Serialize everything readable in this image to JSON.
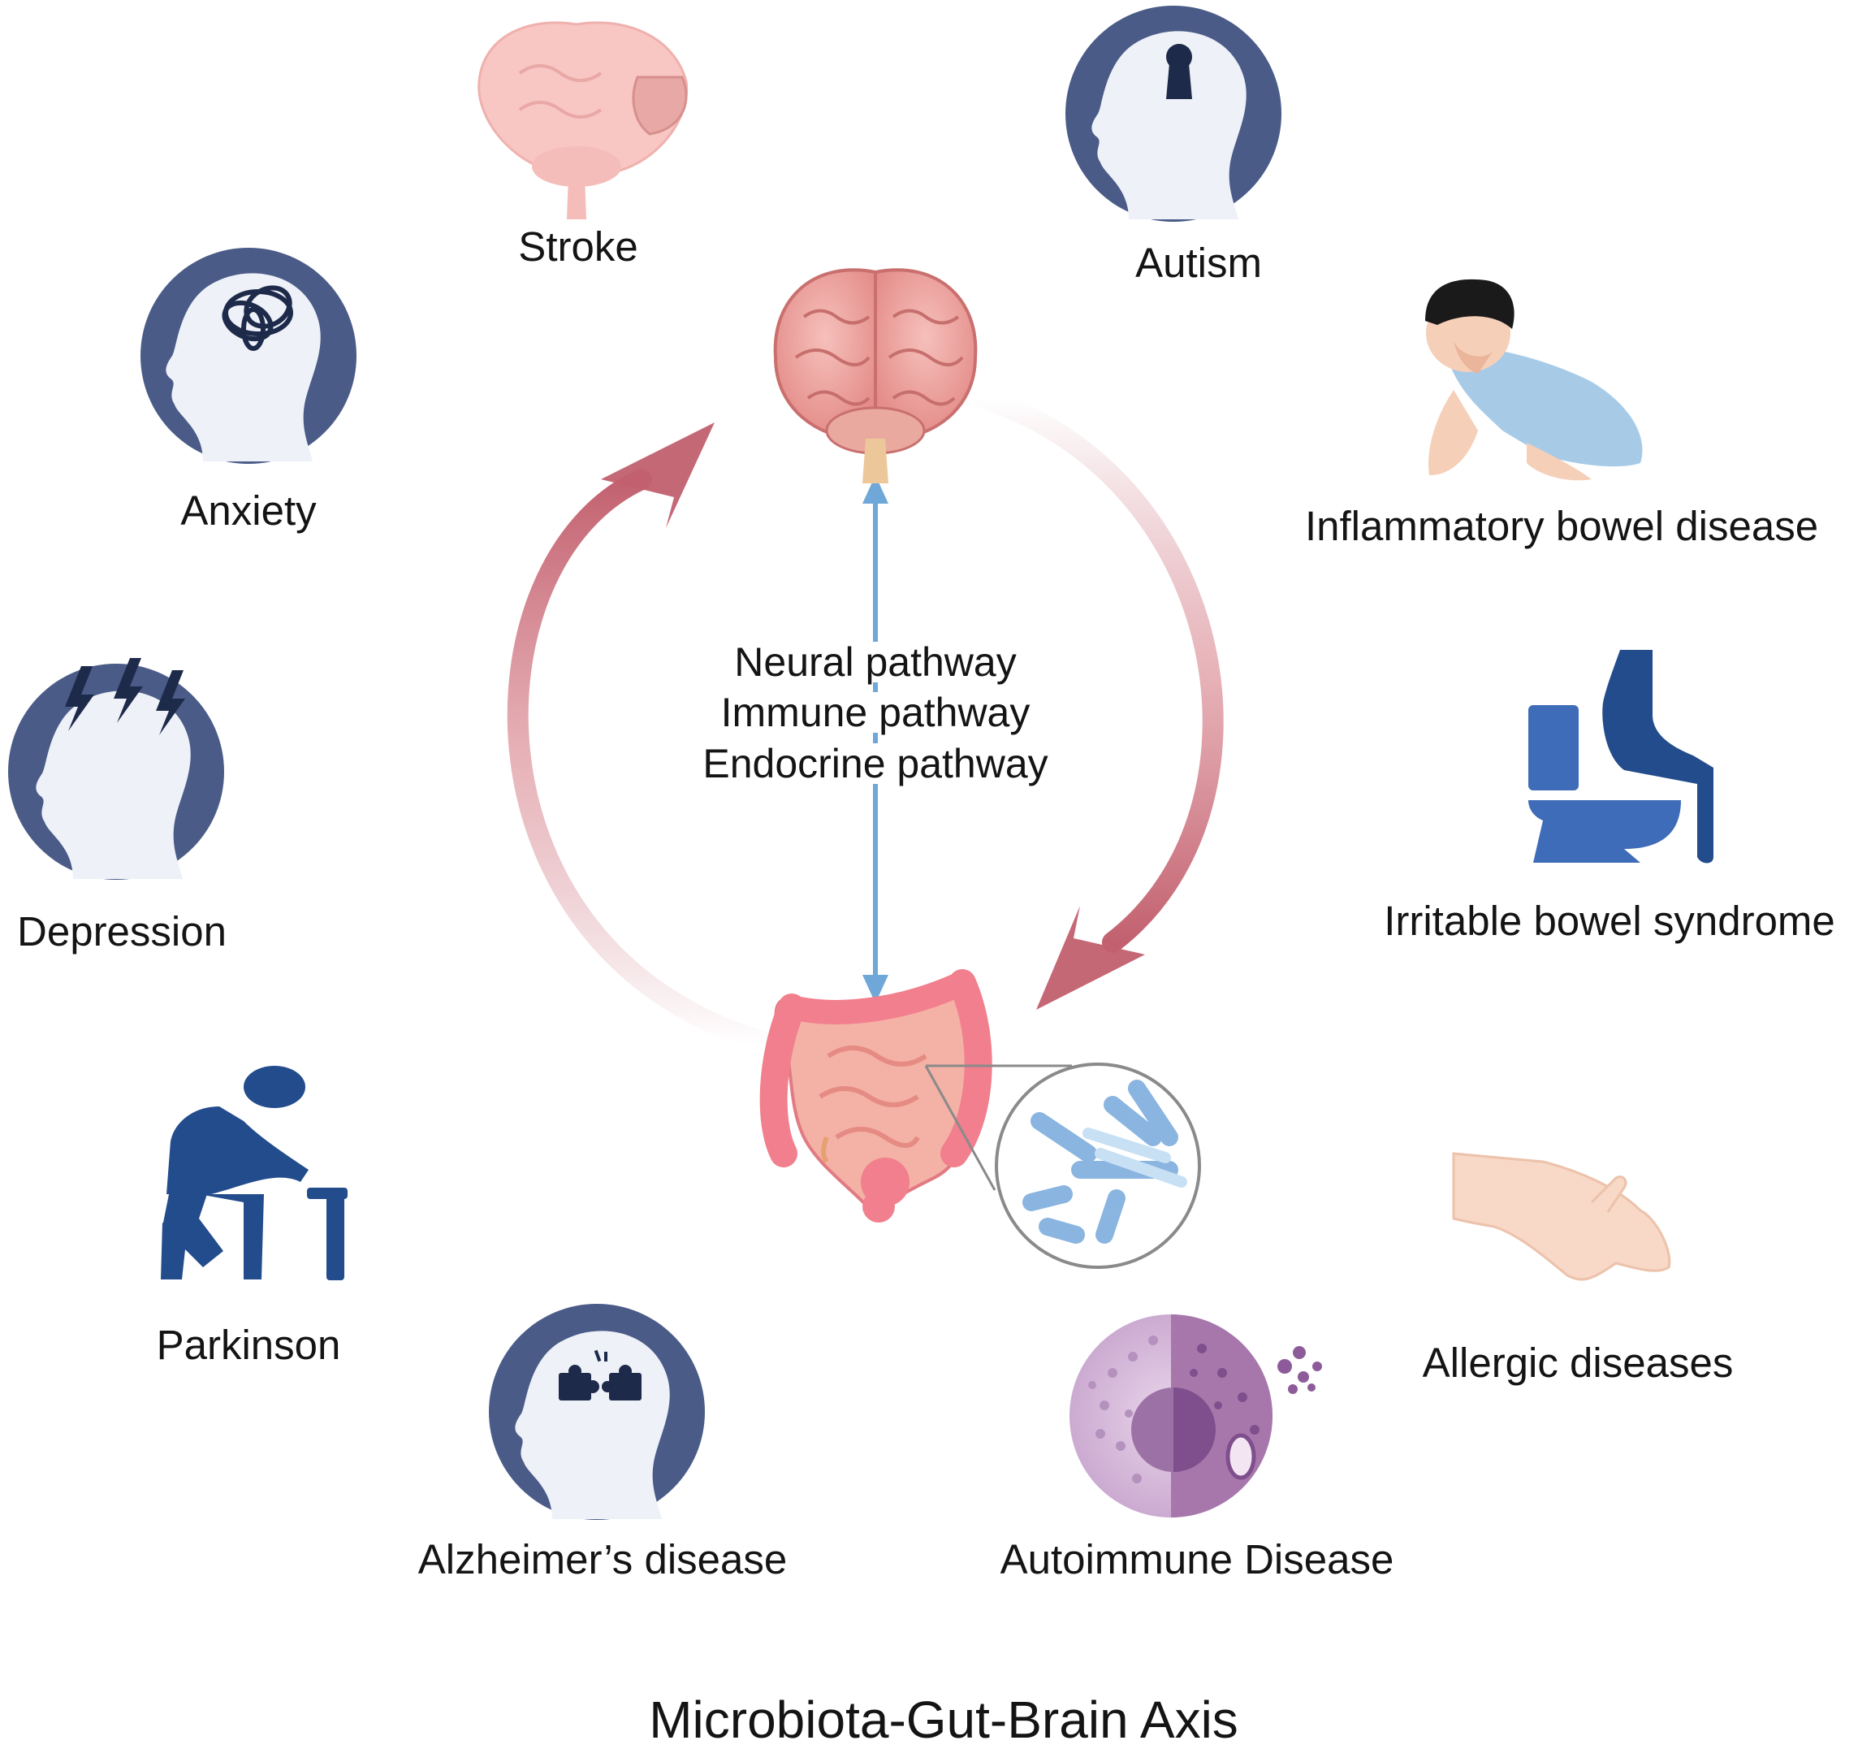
{
  "title": "Microbiota-Gut-Brain Axis",
  "pathways": [
    "Neural  pathway",
    "Immune pathway",
    "Endocrine pathway"
  ],
  "diseases": {
    "stroke": "Stroke",
    "autism": "Autism",
    "anxiety": "Anxiety",
    "ibd": "Inflammatory bowel disease",
    "depression": "Depression",
    "ibs": "Irritable bowel syndrome",
    "parkinson": "Parkinson",
    "allergic": "Allergic diseases",
    "alzheimer": "Alzheimer’s disease",
    "autoimmune": "Autoimmune Disease"
  },
  "colors": {
    "icon_navy": "#4a5b87",
    "dark_navy": "#1e2a4a",
    "figure_blue": "#234c8c",
    "toilet_blue": "#3f6cb8",
    "arrow_red": "#c2606f",
    "pathway_arrow": "#6fa8d8",
    "brain_pink": "#f0a3a3",
    "gut_pink": "#f3959f"
  }
}
